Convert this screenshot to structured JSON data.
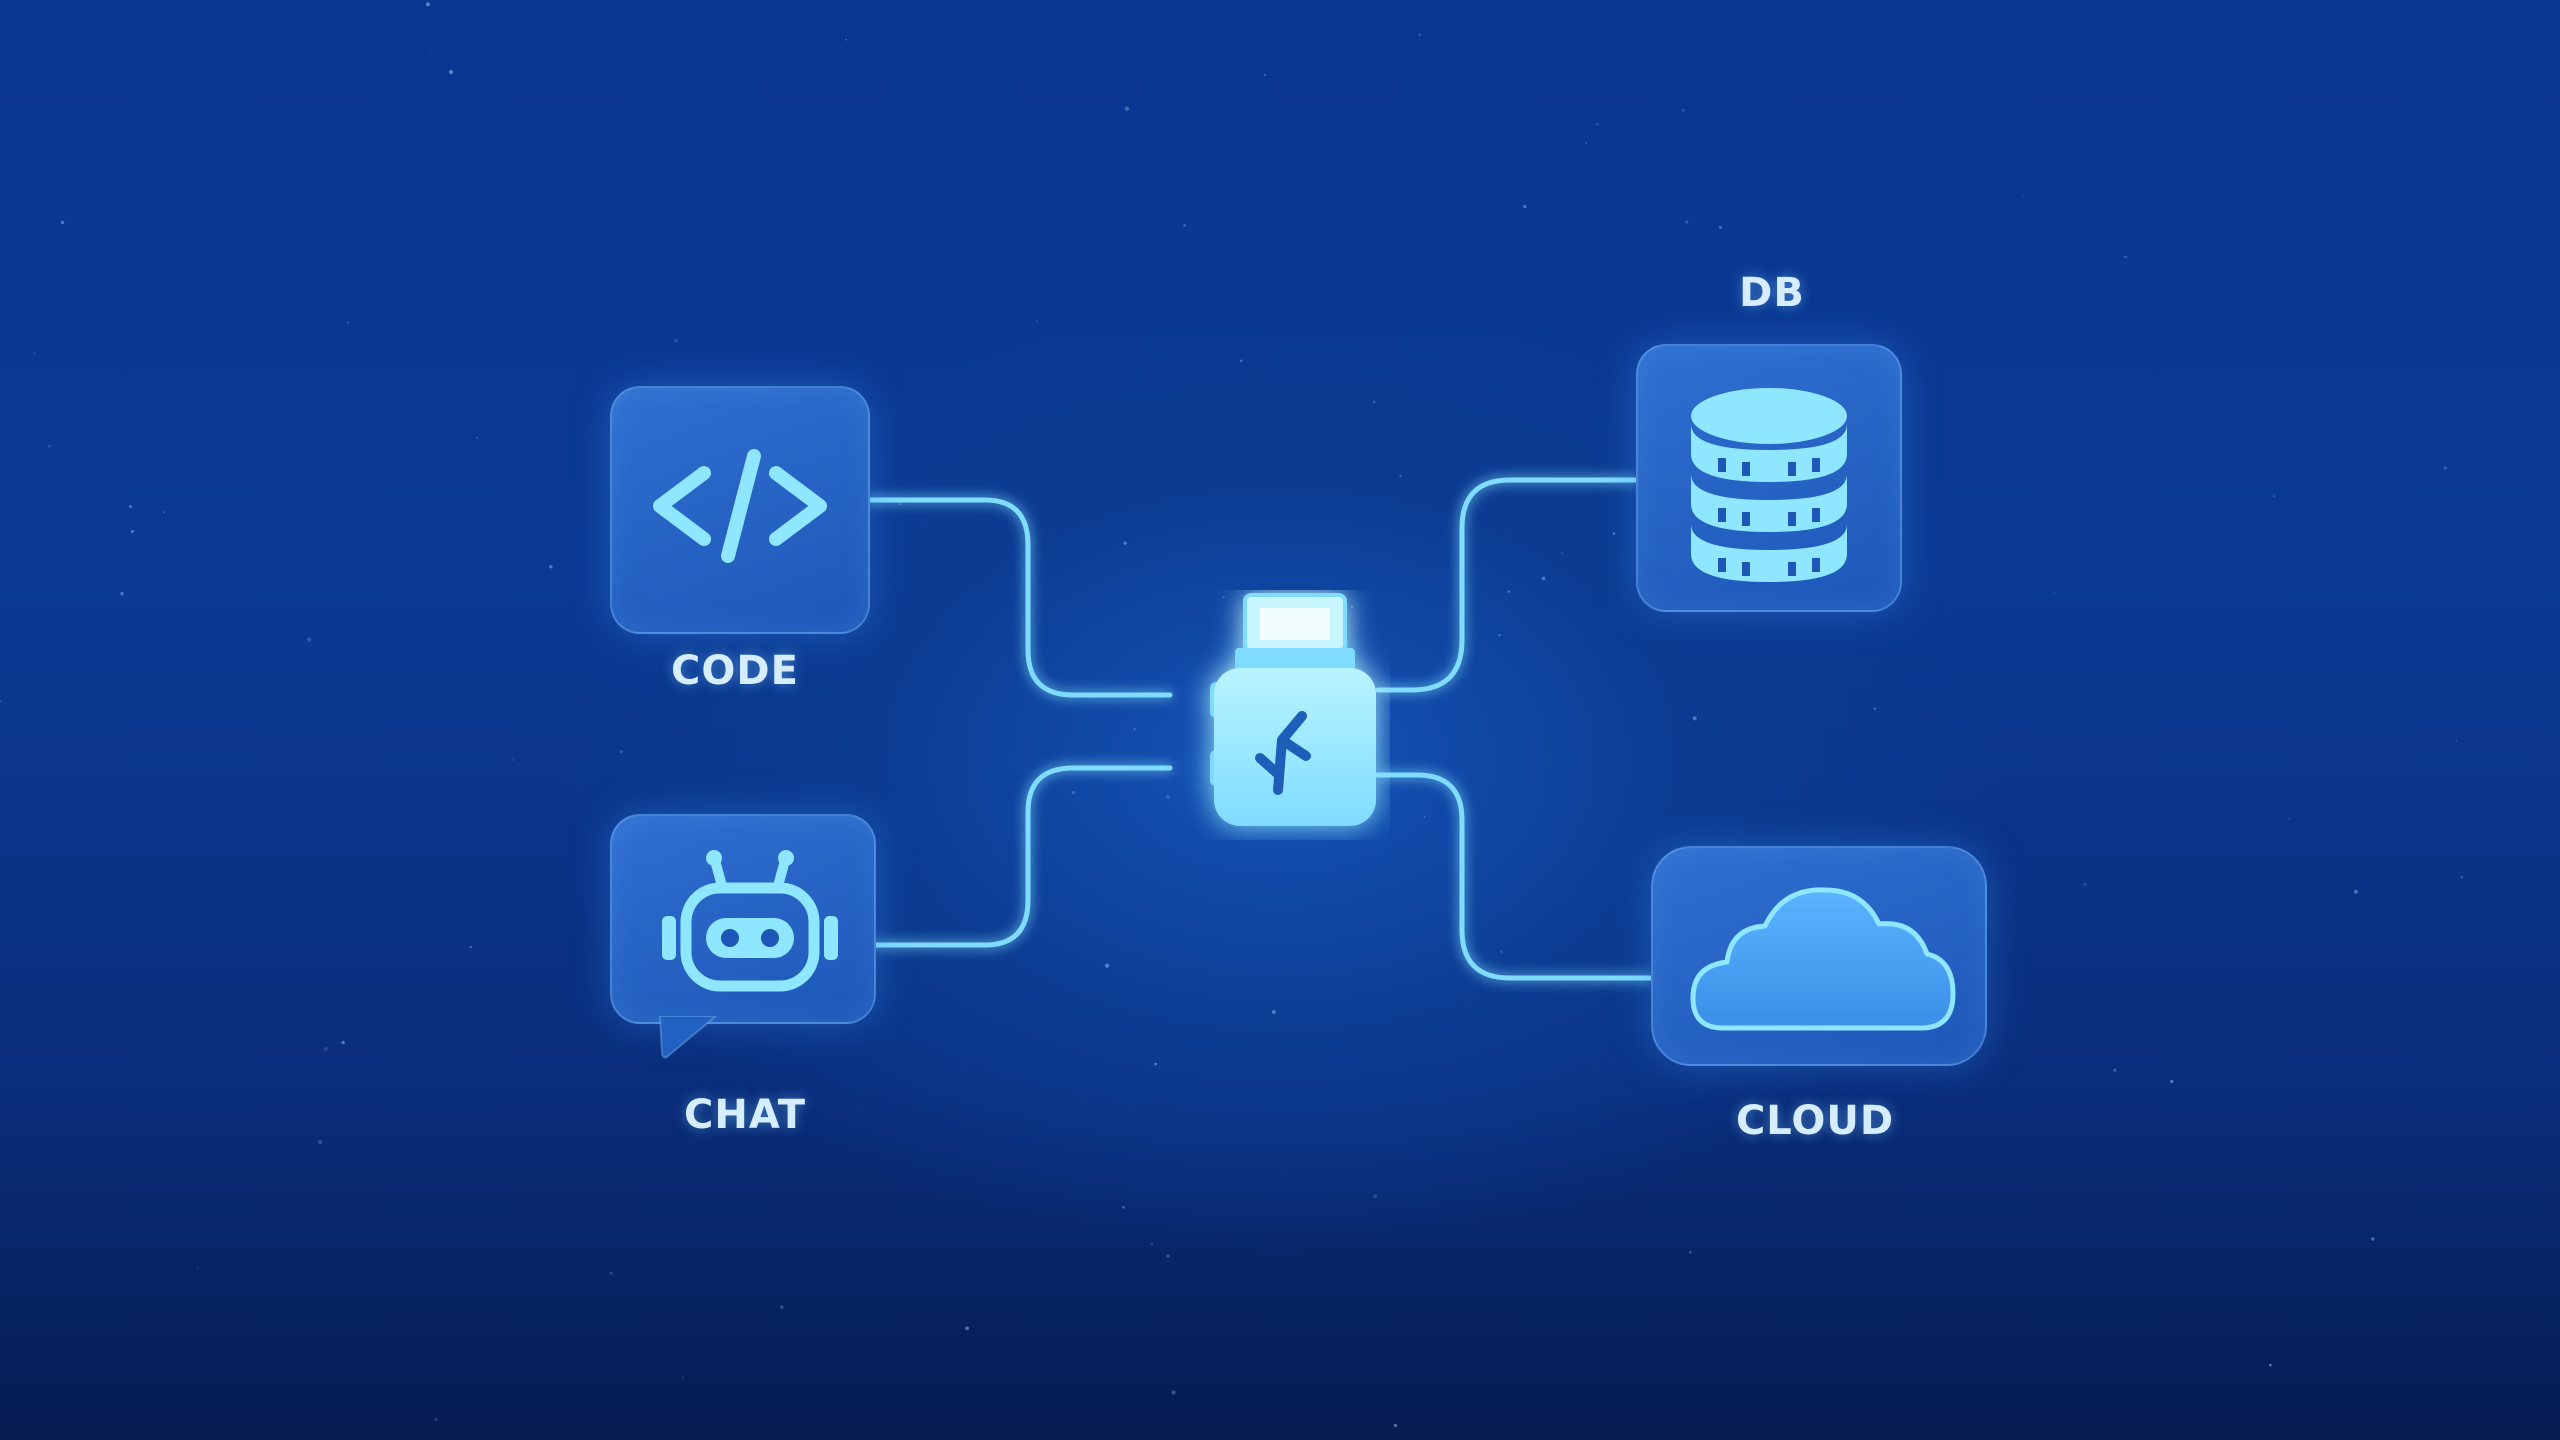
{
  "nodes": {
    "code": {
      "label": "CODE",
      "icon": "code-brackets-icon"
    },
    "chat": {
      "label": "CHAT",
      "icon": "robot-chat-icon"
    },
    "db": {
      "label": "DB",
      "icon": "database-icon"
    },
    "cloud": {
      "label": "CLOUD",
      "icon": "cloud-icon"
    }
  },
  "hub": {
    "icon": "usb-connector-icon"
  },
  "colors": {
    "background_top": "#0a3690",
    "background_bottom": "#061c52",
    "tile": "#2663c4",
    "glow": "#7fe3ff",
    "icon": "#8fe6ff",
    "label": "#d6ecff"
  }
}
